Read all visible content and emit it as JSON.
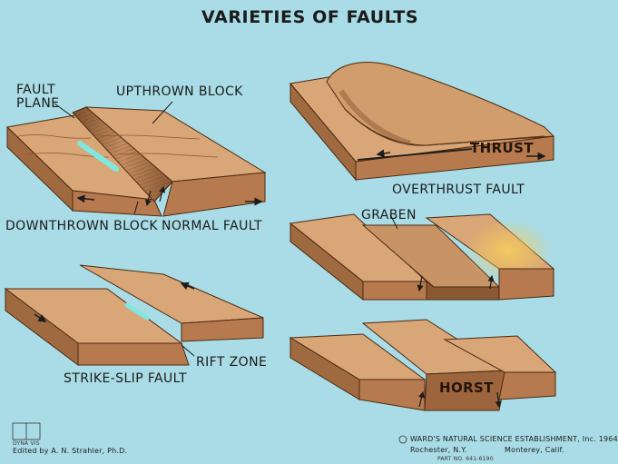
{
  "title": "VARIETIES OF FAULTS",
  "diagrams": [
    {
      "name": "normal-fault",
      "caption": "NORMAL FAULT",
      "labels": {
        "fault_plane": "FAULT\nPLANE",
        "upthrown_block": "UPTHROWN BLOCK",
        "downthrown_block": "DOWNTHROWN BLOCK"
      }
    },
    {
      "name": "overthrust-fault",
      "caption": "OVERTHRUST FAULT",
      "labels": {
        "thrust": "THRUST"
      }
    },
    {
      "name": "graben",
      "caption": "GRABEN"
    },
    {
      "name": "strike-slip-fault",
      "caption": "STRIKE-SLIP FAULT",
      "labels": {
        "rift_zone": "RIFT ZONE"
      }
    },
    {
      "name": "horst",
      "caption": "HORST"
    }
  ],
  "footer": {
    "editor": "Edited by A. N. Strahler, Ph.D.",
    "publisher_line1": "WARD'S NATURAL SCIENCE ESTABLISHMENT, Inc. 1964",
    "publisher_city1": "Rochester, N.Y.",
    "publisher_city2": "Monterey, Calif.",
    "part_no": "PART NO. 641-6190",
    "logo_text": "DYNA VIS"
  },
  "colors": {
    "background": "#a9dce6",
    "top_surface": "#d9a677",
    "side_face": "#b77a4e",
    "front_face": "#a06a41",
    "fault_scarp": "#c48d60",
    "water": "#7fe7e0",
    "yellow_glow": "#f2c25a"
  }
}
